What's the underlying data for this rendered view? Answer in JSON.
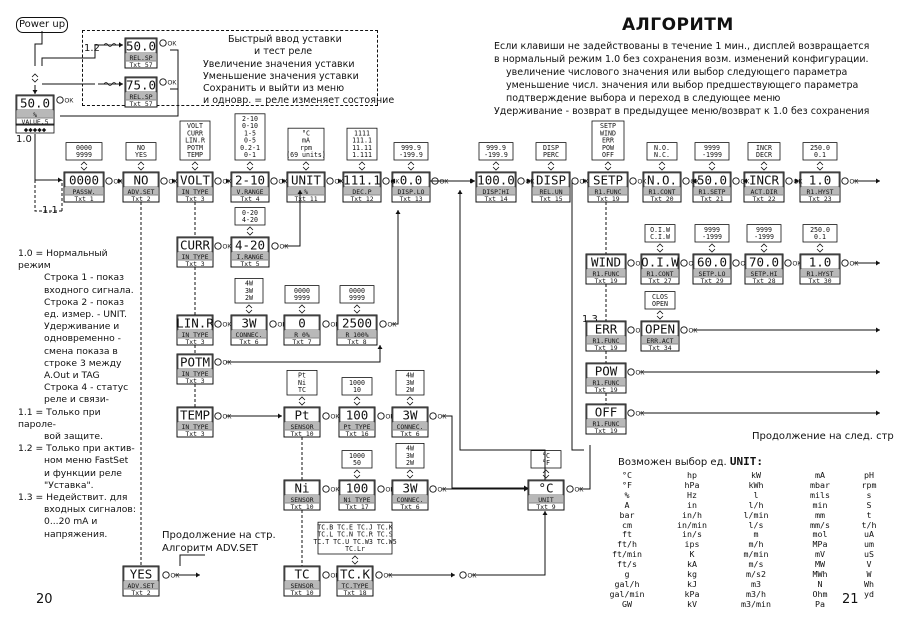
{
  "page_left": {
    "page_number": "20",
    "power_up": "Power up",
    "fastset_title_line1": "Быстрый ввод уставки",
    "fastset_title_line2": "и тест реле",
    "fastset_legend": [
      "Увеличение значения уставки",
      "Уменьшение значения уставки",
      "Сохранить и выйти из меню",
      "и   одновр. = реле изменяет состояние"
    ],
    "label_1_2": "1.2",
    "label_1_1": "1.1",
    "label_1_0": "1.0",
    "continue_note_line1": "Продолжение на стр.",
    "continue_note_line2": "Алгоритм ADV.SET"
  },
  "notes": [
    {
      "key": "1.0 =",
      "lines": [
        "Нормальный режим",
        "Строка 1 - показ",
        "входного сигнала.",
        "Строка 2 - показ",
        "ед. измер. - UNIT.",
        "Удерживание    и",
        "   одновременно -",
        "смена показа в",
        "строке 3 между",
        "A.Out и TAG",
        "Строка 4 - статус",
        "реле и связи-"
      ]
    },
    {
      "key": "1.1 =",
      "lines": [
        "Только при пароле-",
        "вой защите."
      ]
    },
    {
      "key": "1.2 =",
      "lines": [
        "Только при актив-",
        "ном меню FastSet",
        "и функции реле",
        "\"Уставка\"."
      ]
    },
    {
      "key": "1.3 =",
      "lines": [
        "Недействит. для",
        "входных сигналов:",
        "0...20 mA и",
        "напряжения."
      ]
    }
  ],
  "page_right": {
    "page_number": "21",
    "title": "АЛГОРИТМ",
    "intro": [
      "Если клавиши не задействованы в течение 1 мин.,  дисплей возвращается",
      "в нормальный режим 1.0 без сохранения возм. изменений конфигурации.",
      "увеличение числового значения или выбор следующего параметра",
      "уменьшение числ. значения или выбор предшествующего параметра",
      "подтверждение выбора и переход в следующее меню",
      "Удерживание    - возврат в предыдущее меню/возврат к 1.0 без сохранения"
    ],
    "continued": "Продолжение на след. стр",
    "label_1_3": "1.3"
  },
  "units": {
    "heading": "Возможен выбор ед.",
    "heading_unit": "UNIT:",
    "items": [
      "°C",
      "hp",
      "kW",
      "mA",
      "pH",
      "°F",
      "hPa",
      "kWh",
      "mbar",
      "rpm",
      "%",
      "Hz",
      "l",
      "mils",
      "s",
      "A",
      "in",
      "l/h",
      "min",
      "S",
      "bar",
      "in/h",
      "l/min",
      "mm",
      "t",
      "cm",
      "in/min",
      "l/s",
      "mm/s",
      "t/h",
      "ft",
      "in/s",
      "m",
      "mol",
      "uA",
      "ft/h",
      "ips",
      "m/h",
      "MPa",
      "um",
      "ft/min",
      "K",
      "m/min",
      "mV",
      "uS",
      "ft/s",
      "kA",
      "m/s",
      "MW",
      "V",
      "g",
      "kg",
      "m/s2",
      "MWh",
      "W",
      "gal/h",
      "kJ",
      "m3",
      "N",
      "Wh",
      "gal/min",
      "kPa",
      "m3/h",
      "Ohm",
      "yd",
      "GW",
      "kV",
      "m3/min",
      "Pa",
      ""
    ]
  },
  "menus": [
    {
      "id": "m-home",
      "display": "50.0",
      "sub": "%",
      "txt": "VALUE.5",
      "status": "◆◆◆◆◆"
    },
    {
      "id": "m-fs1",
      "display": "50.0",
      "sub": "REL.SP",
      "txt": "Txt 57"
    },
    {
      "id": "m-fs2",
      "display": "75.0",
      "sub": "REL.SP",
      "txt": "Txt 57"
    },
    {
      "id": "m-pass",
      "display": "0000",
      "sub": "PASSW.",
      "txt": "Txt 1"
    },
    {
      "id": "m-advset",
      "display": "NO",
      "sub": "ADV.SET",
      "txt": "Txt 2"
    },
    {
      "id": "m-volt",
      "display": "VOLT",
      "sub": "IN TYPE",
      "txt": "Txt 3"
    },
    {
      "id": "m-vrange",
      "display": "2-10",
      "sub": "V.RANGE",
      "txt": "Txt 4"
    },
    {
      "id": "m-unit",
      "display": "UNIT",
      "sub": "%",
      "txt": "Txt 11"
    },
    {
      "id": "m-decp",
      "display": "111.1",
      "sub": "DEC.P",
      "txt": "Txt 12"
    },
    {
      "id": "m-displo",
      "display": "0.0",
      "sub": "DISP.LO",
      "txt": "Txt 13"
    },
    {
      "id": "m-disphi",
      "display": "100.0",
      "sub": "DISP.HI",
      "txt": "Txt 14"
    },
    {
      "id": "m-relun",
      "display": "DISP",
      "sub": "REL.UN",
      "txt": "Txt 15"
    },
    {
      "id": "m-rlfunc1",
      "display": "SETP",
      "sub": "R1.FUNC",
      "txt": "Txt 19"
    },
    {
      "id": "m-rlcont1",
      "display": "N.O.",
      "sub": "R1.CONT",
      "txt": "Txt 20"
    },
    {
      "id": "m-rlsetp1",
      "display": "50.0",
      "sub": "R1.SETP",
      "txt": "Txt 21"
    },
    {
      "id": "m-actdir",
      "display": "INCR",
      "sub": "ACT.DIR",
      "txt": "Txt 22"
    },
    {
      "id": "m-hyst1",
      "display": "1.0",
      "sub": "R1.HYST",
      "txt": "Txt 23"
    },
    {
      "id": "m-curr",
      "display": "CURR",
      "sub": "IN TYPE",
      "txt": "Txt 3"
    },
    {
      "id": "m-irange",
      "display": "4-20",
      "sub": "I.RANGE",
      "txt": "Txt 5"
    },
    {
      "id": "m-linr",
      "display": "LIN.R",
      "sub": "IN TYPE",
      "txt": "Txt 3"
    },
    {
      "id": "m-connec1",
      "display": "3W",
      "sub": "CONNEC.",
      "txt": "Txt 6"
    },
    {
      "id": "m-r0",
      "display": "0",
      "sub": "R 0%",
      "txt": "Txt 7"
    },
    {
      "id": "m-r100",
      "display": "2500",
      "sub": "R 100%",
      "txt": "Txt 8"
    },
    {
      "id": "m-potm",
      "display": "POTM",
      "sub": "IN TYPE",
      "txt": "Txt 3"
    },
    {
      "id": "m-temp",
      "display": "TEMP",
      "sub": "IN TYPE",
      "txt": "Txt 3"
    },
    {
      "id": "m-pt",
      "display": "Pt",
      "sub": "SENSOR",
      "txt": "Txt 10"
    },
    {
      "id": "m-pttype",
      "display": "100",
      "sub": "Pt TYPE",
      "txt": "Txt 16"
    },
    {
      "id": "m-connec2",
      "display": "3W",
      "sub": "CONNEC.",
      "txt": "Txt 6"
    },
    {
      "id": "m-ni",
      "display": "Ni",
      "sub": "SENSOR",
      "txt": "Txt 10"
    },
    {
      "id": "m-nitype",
      "display": "100",
      "sub": "Ni TYPE",
      "txt": "Txt 17"
    },
    {
      "id": "m-connec3",
      "display": "3W",
      "sub": "CONNEC.",
      "txt": "Txt 6"
    },
    {
      "id": "m-tc",
      "display": "TC",
      "sub": "SENSOR",
      "txt": "Txt 10"
    },
    {
      "id": "m-tctype",
      "display": "TC.K",
      "sub": "TC.TYPE",
      "txt": "Txt 18"
    },
    {
      "id": "m-degc",
      "display": "°C",
      "sub": "UNIT",
      "txt": "Txt 9"
    },
    {
      "id": "m-wind",
      "display": "WIND",
      "sub": "R1.FUNC",
      "txt": "Txt 19"
    },
    {
      "id": "m-rlcont2",
      "display": "O.I.W",
      "sub": "R1.CONT",
      "txt": "Txt 27"
    },
    {
      "id": "m-setplo",
      "display": "60.0",
      "sub": "SETP.LO",
      "txt": "Txt 29"
    },
    {
      "id": "m-setphi",
      "display": "70.0",
      "sub": "SETP.HI",
      "txt": "Txt 28"
    },
    {
      "id": "m-hyst2",
      "display": "1.0",
      "sub": "R1.HYST",
      "txt": "Txt 30"
    },
    {
      "id": "m-err",
      "display": "ERR",
      "sub": "R1.FUNC",
      "txt": "Txt 19"
    },
    {
      "id": "m-erract",
      "display": "OPEN",
      "sub": "ERR.ACT",
      "txt": "Txt 34"
    },
    {
      "id": "m-pow",
      "display": "POW",
      "sub": "R1.FUNC",
      "txt": "Txt 19"
    },
    {
      "id": "m-off",
      "display": "OFF",
      "sub": "R1.FUNC",
      "txt": "Txt 19"
    },
    {
      "id": "m-yes",
      "display": "YES",
      "sub": "ADV.SET",
      "txt": "Txt 2"
    }
  ],
  "options": [
    {
      "id": "o-pass",
      "lines": [
        "0000",
        "9999"
      ]
    },
    {
      "id": "o-advset",
      "lines": [
        "NO",
        "YES"
      ]
    },
    {
      "id": "o-volt",
      "lines": [
        "VOLT",
        "CURR",
        "LIN.R",
        "POTM",
        "TEMP"
      ]
    },
    {
      "id": "o-vrange",
      "lines": [
        "2-10",
        "0-10",
        "1-5",
        "0-5",
        "0.2-1",
        "0-1"
      ]
    },
    {
      "id": "o-unit",
      "lines": [
        "°C",
        "mA",
        "rpm",
        "(69 units)"
      ]
    },
    {
      "id": "o-decp",
      "lines": [
        "1111",
        "111.1",
        "11.11",
        "1.111"
      ]
    },
    {
      "id": "o-displo",
      "lines": [
        "999.9",
        "-199.9"
      ]
    },
    {
      "id": "o-disphi",
      "lines": [
        "999.9",
        "-199.9"
      ]
    },
    {
      "id": "o-relun",
      "lines": [
        "DISP",
        "PERC"
      ]
    },
    {
      "id": "o-rlfunc",
      "lines": [
        "SETP",
        "WIND",
        "ERR",
        "POW",
        "OFF"
      ]
    },
    {
      "id": "o-rlcont1",
      "lines": [
        "N.O.",
        "N.C."
      ]
    },
    {
      "id": "o-rlsetp1",
      "lines": [
        "9999",
        "-1999"
      ]
    },
    {
      "id": "o-actdir",
      "lines": [
        "INCR",
        "DECR"
      ]
    },
    {
      "id": "o-hyst1",
      "lines": [
        "250.0",
        "0.1"
      ]
    },
    {
      "id": "o-irange",
      "lines": [
        "0-20",
        "4-20"
      ]
    },
    {
      "id": "o-connec1",
      "lines": [
        "4W",
        "3W",
        "2W"
      ]
    },
    {
      "id": "o-r0",
      "lines": [
        "0000",
        "9999"
      ]
    },
    {
      "id": "o-r100",
      "lines": [
        "0000",
        "9999"
      ]
    },
    {
      "id": "o-sensor",
      "lines": [
        "Pt",
        "Ni",
        "TC"
      ]
    },
    {
      "id": "o-pttype",
      "lines": [
        "1000",
        "10"
      ]
    },
    {
      "id": "o-connec2",
      "lines": [
        "4W",
        "3W",
        "2W"
      ]
    },
    {
      "id": "o-nitype",
      "lines": [
        "1000",
        "50"
      ]
    },
    {
      "id": "o-connec3",
      "lines": [
        "4W",
        "3W",
        "2W"
      ]
    },
    {
      "id": "o-tctype",
      "lines": [
        "TC.B TC.E TC.J TC.K",
        "TC.L TC.N TC.R TC.S",
        "TC.T TC.U TC.W3 TC.W5",
        "TC.Lr"
      ]
    },
    {
      "id": "o-degc",
      "lines": [
        "°C",
        "°F"
      ]
    },
    {
      "id": "o-rlcont2",
      "lines": [
        "O.I.W",
        "C.I.W"
      ]
    },
    {
      "id": "o-setplo",
      "lines": [
        "9999",
        "-1999"
      ]
    },
    {
      "id": "o-setphi",
      "lines": [
        "9999",
        "-1999"
      ]
    },
    {
      "id": "o-hyst2",
      "lines": [
        "250.0",
        "0.1"
      ]
    },
    {
      "id": "o-erract",
      "lines": [
        "CLOS",
        "OPEN"
      ]
    }
  ],
  "ok_label": "OK",
  "colors": {
    "ink": "#111111",
    "subbar": "#b8b8b8",
    "paper": "#ffffff"
  }
}
